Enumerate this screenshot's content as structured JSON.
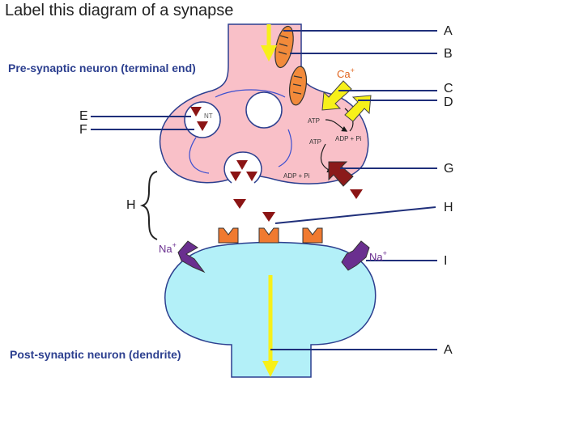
{
  "title": "Label this diagram of a synapse",
  "regions": {
    "pre": "Pre-synaptic neuron (terminal end)",
    "post": "Post-synaptic neuron (dendrite)"
  },
  "labels": {
    "a_top": "A",
    "b": "B",
    "c": "C",
    "d": "D",
    "e": "E",
    "f": "F",
    "g": "G",
    "h_left": "H",
    "h_right": "H",
    "i": "I",
    "a_bottom": "A"
  },
  "ions": {
    "ca": "Ca",
    "ca_charge": "+",
    "na": "Na",
    "na_charge": "+"
  },
  "texts": {
    "nt": "NT",
    "atp1": "ATP",
    "atp2": "ATP",
    "adp1": "ADP + Pi",
    "adp2": "ADP + Pi"
  },
  "colors": {
    "pre_fill": "#f9c0c8",
    "post_fill": "#b3f0f8",
    "outline": "#2c3f8f",
    "leader": "#1f2f7a",
    "arrow_yellow": "#f7f01a",
    "mitochondria": "#f28a3a",
    "nt_triangle": "#8b1414",
    "receptor": "#f07a30",
    "na_channel": "#6a2f8f",
    "pump": "#8b1a1a"
  }
}
